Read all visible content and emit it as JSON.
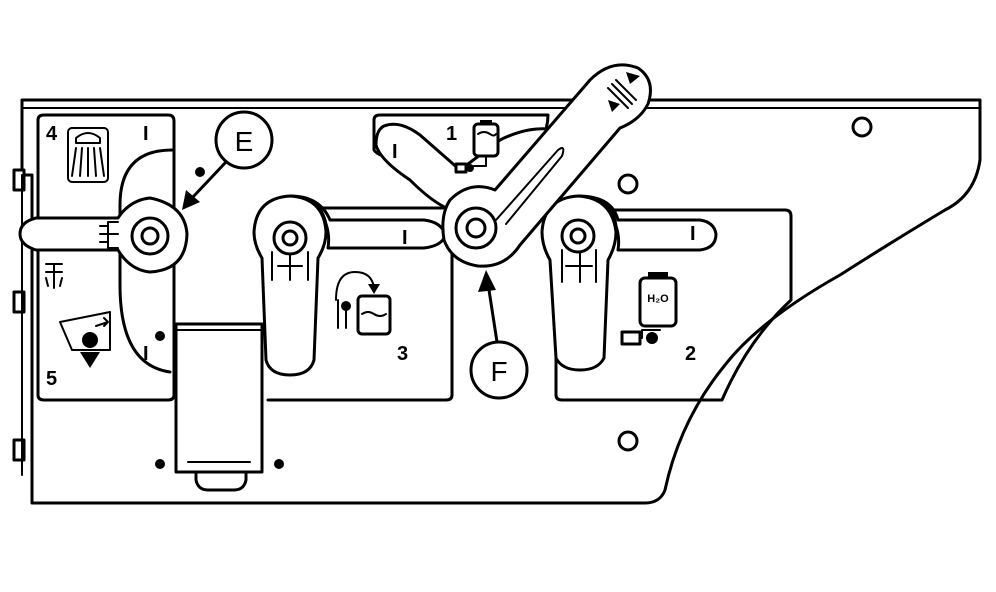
{
  "callouts": {
    "e": "E",
    "f": "F"
  },
  "positions": {
    "p1": "1",
    "p2": "2",
    "p3": "3",
    "p4": "4",
    "p5": "5"
  },
  "marks": {
    "on_4": "I",
    "on_5": "I",
    "on_3": "I",
    "on_1": "I",
    "on_2": "I"
  },
  "icons": {
    "p4": "shower-icon",
    "p5": "drain-icon",
    "p3": "recirculation-icon",
    "p1": "water-tank-fill-icon",
    "p2": "water-tank-supply-icon",
    "lever_f": "twist-grip-icon"
  },
  "icon_text": {
    "h2o": "H₂O"
  }
}
